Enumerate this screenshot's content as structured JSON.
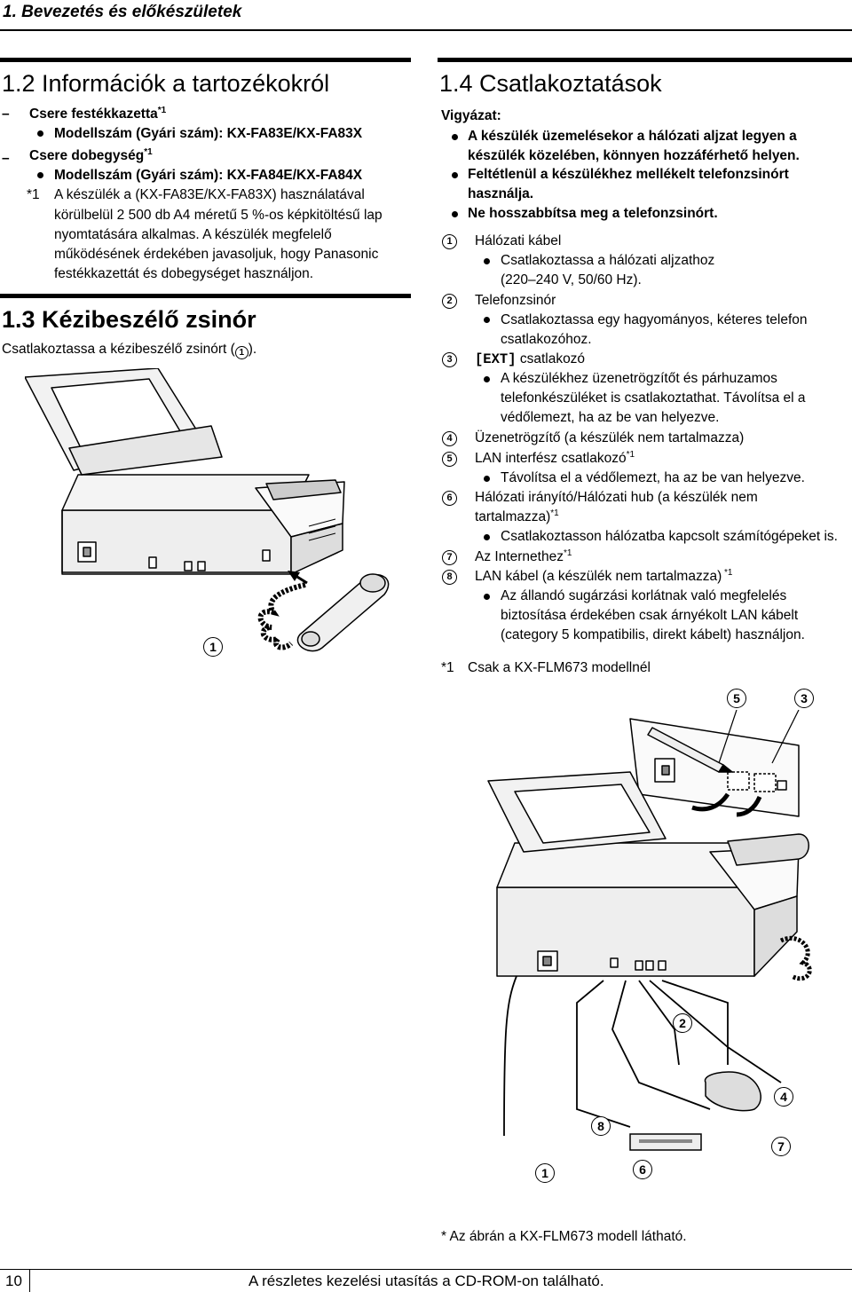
{
  "header": {
    "chapter_title": "1. Bevezetés és előkészületek"
  },
  "section_1_2": {
    "title": "1.2 Információk a tartozékokról",
    "items": [
      {
        "dash": "–",
        "label": "Csere festékkazetta",
        "sup": "*1",
        "bullet_text": "Modellszám (Gyári szám): KX-FA83E/KX-FA83X"
      },
      {
        "dash": "–",
        "label": "Csere dobegység",
        "sup": "*1",
        "bullet_text": "Modellszám (Gyári szám): KX-FA84E/KX-FA84X"
      }
    ],
    "footnote_mark": "*1",
    "footnote_lines": [
      "A készülék a (KX-FA83E/KX-FA83X) használatával",
      "körülbelül 2 500 db A4 méretű 5 %-os képkitöltésű lap",
      "nyomtatására alkalmas. A készülék megfelelő",
      "működésének érdekében javasoljuk, hogy Panasonic",
      "festékkazettát és dobegységet használjon."
    ]
  },
  "section_1_3": {
    "title": "1.3 Kézibeszélő zsinór",
    "text_before": "Csatlakoztassa a kézibeszélő zsinórt (",
    "text_num": "1",
    "text_after": ").",
    "figure_callout": "1"
  },
  "section_1_4": {
    "title": "1.4 Csatlakoztatások",
    "caution_label": "Vigyázat:",
    "cautions": [
      [
        "A készülék üzemelésekor a hálózati aljzat legyen a",
        "készülék közelében, könnyen hozzáférhető helyen."
      ],
      [
        "Feltétlenül a készülékhez mellékelt telefonzsinórt",
        "használja."
      ],
      [
        "Ne hosszabbítsa meg a telefonzsinórt."
      ]
    ],
    "items": [
      {
        "num": "1",
        "label": "Hálózati kábel",
        "sup": "",
        "label_line2": "",
        "sup2": "",
        "bullets": [
          [
            "Csatlakoztassa a hálózati aljzathoz",
            "(220–240 V, 50/60 Hz)."
          ]
        ]
      },
      {
        "num": "2",
        "label": "Telefonzsinór",
        "sup": "",
        "label_line2": "",
        "sup2": "",
        "bullets": [
          [
            "Csatlakoztassa egy hagyományos, kéteres telefon",
            "csatlakozóhoz."
          ]
        ]
      },
      {
        "num": "3",
        "label_prefix": "[EXT]",
        "label": " csatlakozó",
        "sup": "",
        "label_line2": "",
        "sup2": "",
        "bullets": [
          [
            "A készülékhez üzenetrögzítőt és párhuzamos",
            "telefonkészüléket is csatlakoztathat. Távolítsa el a",
            "védőlemezt, ha az be van helyezve."
          ]
        ]
      },
      {
        "num": "4",
        "label": "Üzenetrögzítő (a készülék nem tartalmazza)",
        "sup": "",
        "label_line2": "",
        "sup2": "",
        "bullets": []
      },
      {
        "num": "5",
        "label": "LAN interfész csatlakozó",
        "sup": "*1",
        "label_line2": "",
        "sup2": "",
        "bullets": [
          [
            "Távolítsa el a védőlemezt, ha az be van helyezve."
          ]
        ]
      },
      {
        "num": "6",
        "label": "Hálózati irányító/Hálózati hub (a készülék nem",
        "sup": "",
        "label_line2": "tartalmazza)",
        "sup2": "*1",
        "bullets": [
          [
            "Csatlakoztasson hálózatba kapcsolt számítógépeket is."
          ]
        ]
      },
      {
        "num": "7",
        "label": "Az Internethez",
        "sup": "*1",
        "label_line2": "",
        "sup2": "",
        "bullets": []
      },
      {
        "num": "8",
        "label": "LAN kábel (a készülék nem tartalmazza)",
        "sup": " *1",
        "label_line2": "",
        "sup2": "",
        "bullets": [
          [
            "Az állandó sugárzási korlátnak való megfelelés",
            "biztosítása érdekében csak árnyékolt LAN kábelt",
            "(category 5 kompatibilis, direkt kábelt) használjon."
          ]
        ]
      }
    ],
    "footnote_mark": "*1",
    "footnote_text": "Csak a KX-FLM673 modellnél",
    "figure_callouts": [
      "5",
      "3",
      "2",
      "4",
      "8",
      "7",
      "1",
      "6"
    ],
    "figure_note": "* Az ábrán a KX-FLM673 modell látható."
  },
  "footer": {
    "page_number": "10",
    "text": "A részletes kezelési utasítás a CD-ROM-on található."
  }
}
